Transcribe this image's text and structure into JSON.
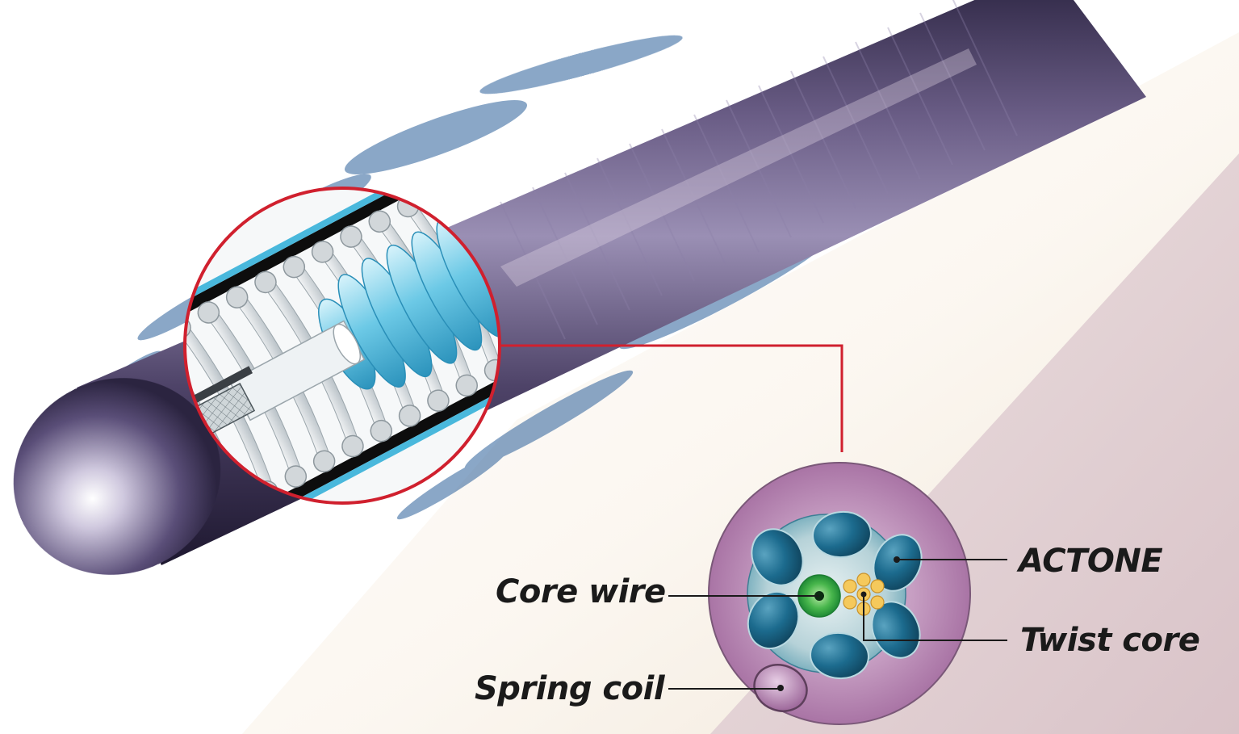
{
  "labels": {
    "core_wire": "Core wire",
    "spring_coil": "Spring coil",
    "actone": "ACTONE",
    "twist_core": "Twist core"
  },
  "colors": {
    "callout_red": "#d0202e",
    "tube_purple": "#4a3f66",
    "cross_section_outer": "#b584b0",
    "actone_lumen": "#1f6a8c",
    "core_wire_green": "#3ab54a",
    "twist_core_yellow": "#f5c95c",
    "coil_gray": "#d9dde0",
    "jacket_cyan": "#49b8dc"
  }
}
